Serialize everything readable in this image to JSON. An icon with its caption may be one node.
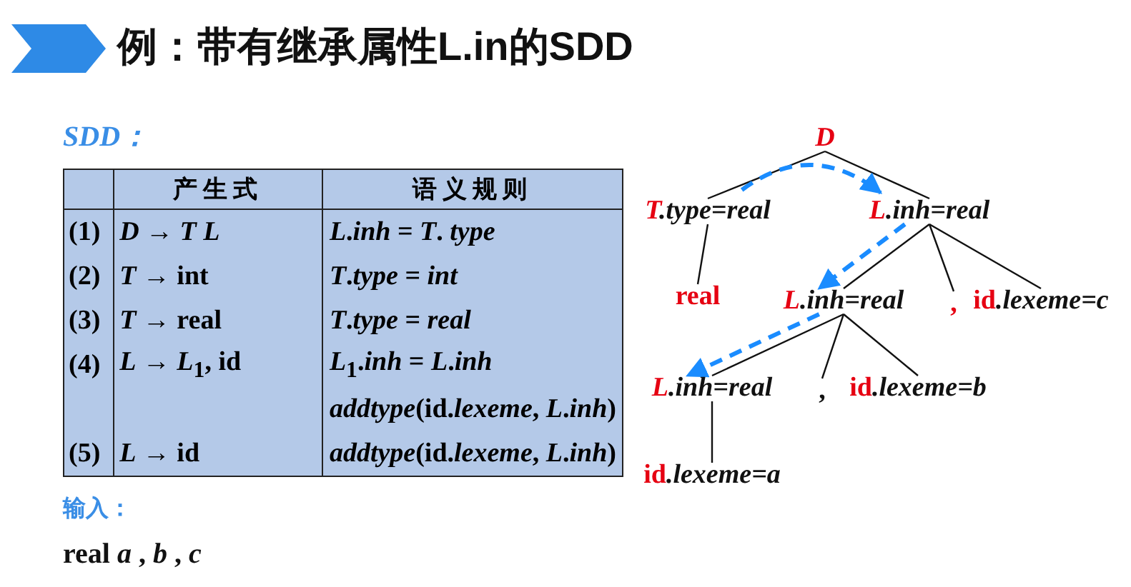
{
  "diagram": {
    "title": "例：带有继承属性L.in的SDD",
    "nodes": [
      {
        "text": [
          "D"
        ]
      },
      {
        "text": [
          "T.type=real"
        ]
      },
      {
        "text": [
          "L.inh=real"
        ]
      },
      {
        "text": [
          "real"
        ]
      },
      {
        "text": [
          "L.inh=real"
        ]
      },
      {
        "text": [
          ","
        ]
      },
      {
        "text": [
          "id.lexeme=c"
        ]
      },
      {
        "text": [
          "L.inh=real"
        ]
      },
      {
        "text": [
          ","
        ]
      },
      {
        "text": [
          "id.lexeme=b"
        ]
      },
      {
        "text": [
          "id.lexeme=a"
        ]
      }
    ],
    "edges": [
      {
        "from": 0,
        "to": 1,
        "arrow": "none"
      },
      {
        "from": 0,
        "to": 2,
        "arrow": "none"
      },
      {
        "from": 1,
        "to": 3,
        "arrow": "none"
      },
      {
        "from": 2,
        "to": 4,
        "arrow": "none"
      },
      {
        "from": 2,
        "to": 5,
        "arrow": "none"
      },
      {
        "from": 2,
        "to": 6,
        "arrow": "none"
      },
      {
        "from": 4,
        "to": 7,
        "arrow": "none"
      },
      {
        "from": 4,
        "to": 8,
        "arrow": "none"
      },
      {
        "from": 4,
        "to": 9,
        "arrow": "none"
      },
      {
        "from": 7,
        "to": 10,
        "arrow": "none"
      },
      {
        "from": 1,
        "to": 2,
        "arrow": "to",
        "style": "dashed",
        "color": "#1a8cff"
      },
      {
        "from": 2,
        "to": 4,
        "arrow": "to",
        "style": "dashed",
        "color": "#1a8cff"
      },
      {
        "from": 4,
        "to": 7,
        "arrow": "to",
        "style": "dashed",
        "color": "#1a8cff"
      }
    ],
    "labels": [
      "SDD：",
      "产生式",
      "语义规则",
      "(1)",
      "*D* → *T L*",
      "*L*.*inh* = *T*. *type*",
      "(2)",
      "*T* → int",
      "*T*.*type* = *int*",
      "(3)",
      "*T* → real",
      "*T*.*type* = *real*",
      "(4)",
      "*L* → *L*$_{1}$, id",
      "*L*$_{1}$.*inh* = *L*.*inh*",
      "*addtype*(id.*lexeme*, *L*.*inh*)",
      "(5)",
      "*L* → id",
      "*addtype*(id.*lexeme*, *L*.*inh*)",
      "输入：",
      "real *a* , *b* , *c*"
    ]
  }
}
